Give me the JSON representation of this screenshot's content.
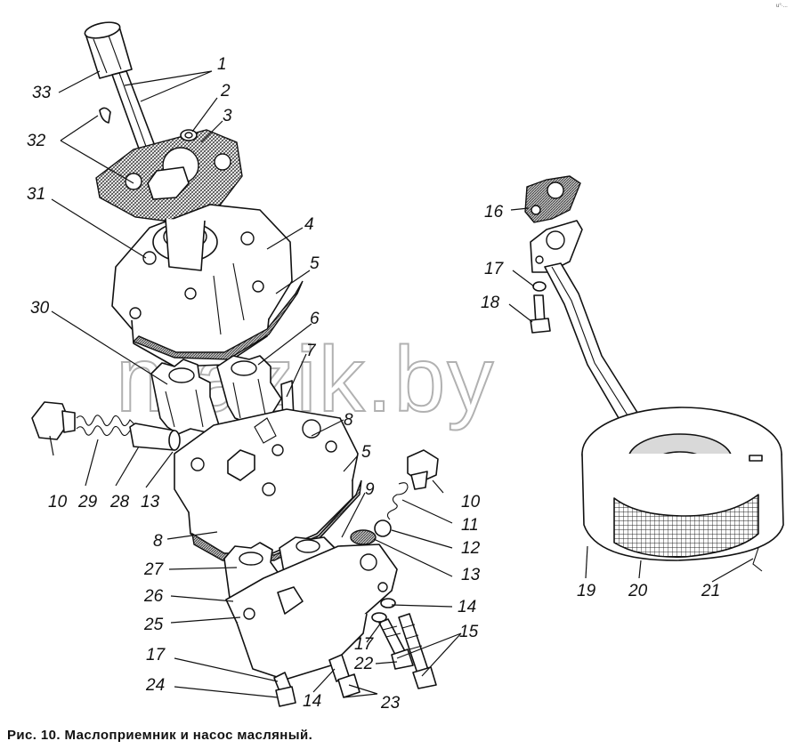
{
  "caption": "Рис. 10. Маслоприемник и насос масляный.",
  "watermark": "mazik.by",
  "corner_mark": "u°·...",
  "callouts": {
    "c1": "1",
    "c2": "2",
    "c3": "3",
    "c4": "4",
    "c5a": "5",
    "c5b": "5",
    "c6": "6",
    "c7": "7",
    "c8a": "8",
    "c8b": "8",
    "c9": "9",
    "c10a": "10",
    "c10b": "10",
    "c11": "11",
    "c12": "12",
    "c13a": "13",
    "c13b": "13",
    "c14a": "14",
    "c14b": "14",
    "c15": "15",
    "c16": "16",
    "c17a": "17",
    "c17b": "17",
    "c17c": "17",
    "c18": "18",
    "c19": "19",
    "c20": "20",
    "c21": "21",
    "c22": "22",
    "c23": "23",
    "c24": "24",
    "c25": "25",
    "c26": "26",
    "c27": "27",
    "c28": "28",
    "c29": "29",
    "c30": "30",
    "c31": "31",
    "c32": "32",
    "c33": "33"
  }
}
